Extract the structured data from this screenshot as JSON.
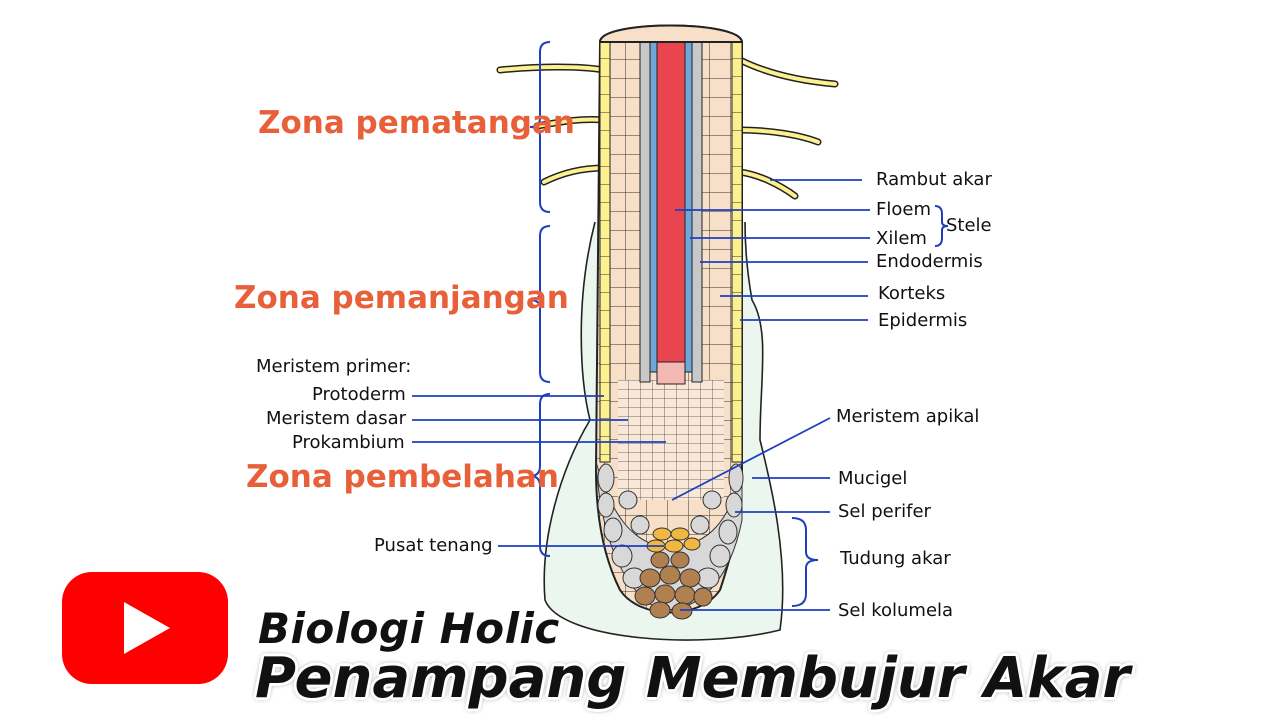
{
  "zones": {
    "maturation": "Zona pematangan",
    "elongation": "Zona pemanjangan",
    "division": "Zona pembelahan"
  },
  "labels": {
    "root_hair": "Rambut akar",
    "phloem": "Floem",
    "stele": "Stele",
    "xylem": "Xilem",
    "endodermis": "Endodermis",
    "cortex": "Korteks",
    "epidermis": "Epidermis",
    "primary_meristem": "Meristem primer:",
    "protoderm": "Protoderm",
    "ground_meristem": "Meristem dasar",
    "procambium": "Prokambium",
    "apical_meristem": "Meristem apikal",
    "mucigel": "Mucigel",
    "peripheral_cells": "Sel perifer",
    "root_cap": "Tudung akar",
    "quiescent_center": "Pusat tenang",
    "columella_cells": "Sel kolumela"
  },
  "channel": {
    "name": "Biologi Holic",
    "video_title": "Penampang  Membujur Akar",
    "logo": "play-icon"
  },
  "colors": {
    "zone_text": "#e8603a",
    "xylem": "#e8454f",
    "phloem": "#6ea8d8",
    "cortex": "#f7dfc8",
    "epidermis": "#fdf08e",
    "root_cap": "#d8d8d8",
    "columella": "#b08050",
    "quiescent": "#f0b840",
    "mucigel": "#eaf6ee",
    "leader": "#1f3fbf",
    "youtube": "#ff0000"
  }
}
